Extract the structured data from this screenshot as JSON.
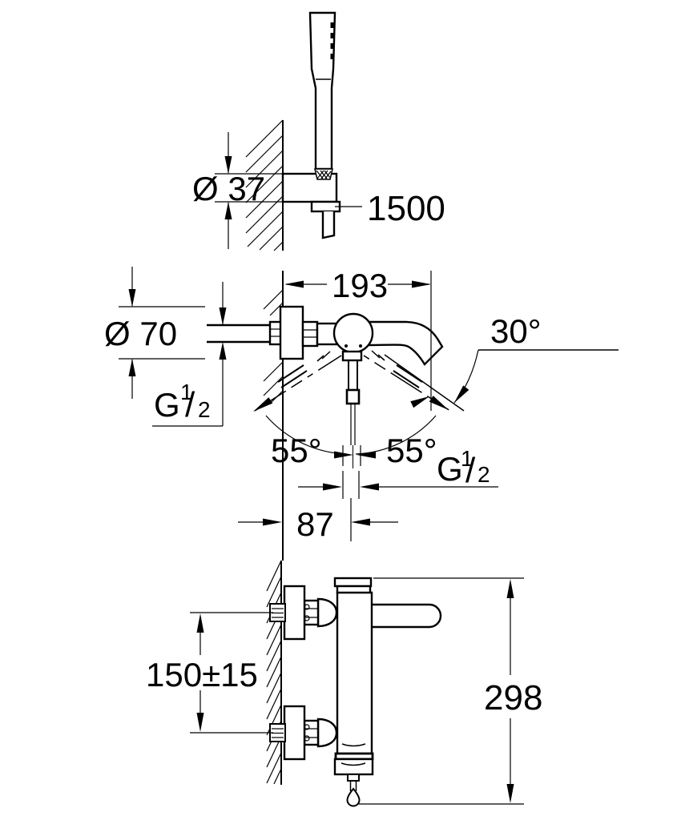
{
  "colors": {
    "line": "#000000",
    "background": "#ffffff"
  },
  "views": {
    "hand_shower": {
      "labels": {
        "holder_diameter": "Ø 37",
        "hose_length": "1500"
      }
    },
    "plan": {
      "labels": {
        "projection": "193",
        "escutcheon_diameter": "Ø 70",
        "spout_angle": "30°",
        "swing_left": "55°",
        "swing_right": "55°",
        "outlet_offset": "87",
        "inlet_thread": {
          "base": "G",
          "numerator": "1",
          "slash": "/",
          "denominator": "2"
        },
        "outlet_thread": {
          "base": "G",
          "numerator": "1",
          "slash": "/",
          "denominator": "2"
        }
      }
    },
    "side": {
      "labels": {
        "connection_spacing": "150±15",
        "height": "298"
      }
    }
  }
}
